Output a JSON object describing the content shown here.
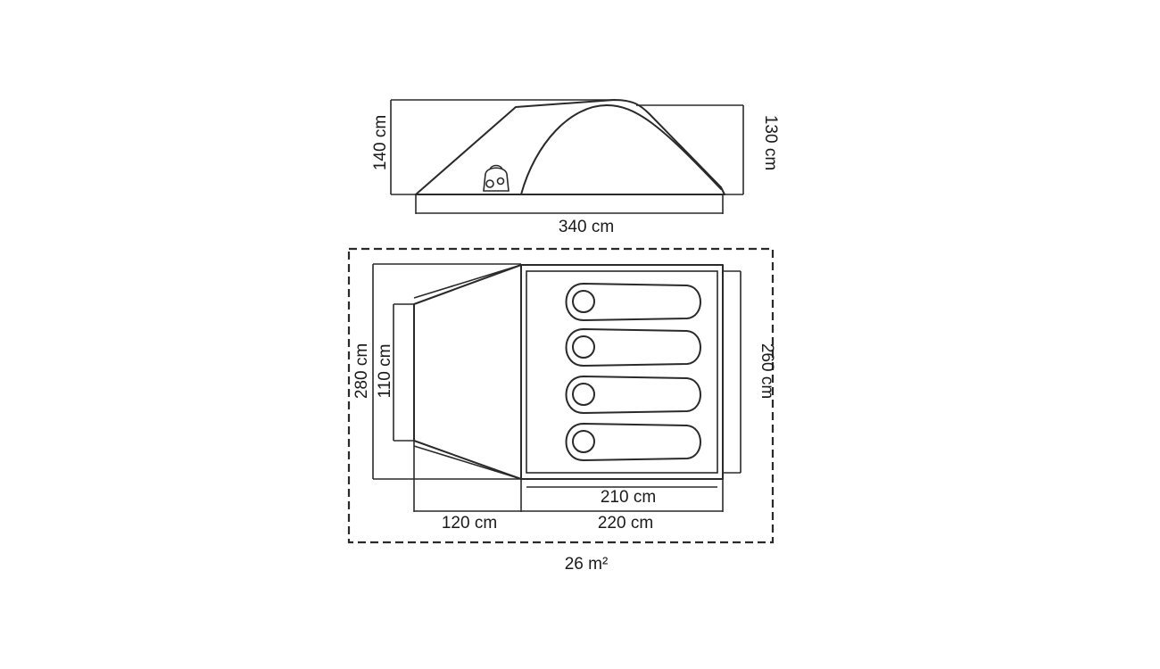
{
  "side_view": {
    "height_left": "140 cm",
    "height_right": "130 cm",
    "length": "340 cm"
  },
  "floor_plan": {
    "width_total": "280 cm",
    "width_vestibule": "110 cm",
    "width_inner": "260 cm",
    "length_inner_floor": "210 cm",
    "length_vestibule": "120 cm",
    "length_inner": "220 cm",
    "area": "26 m²",
    "sleeping_bags": 4
  }
}
